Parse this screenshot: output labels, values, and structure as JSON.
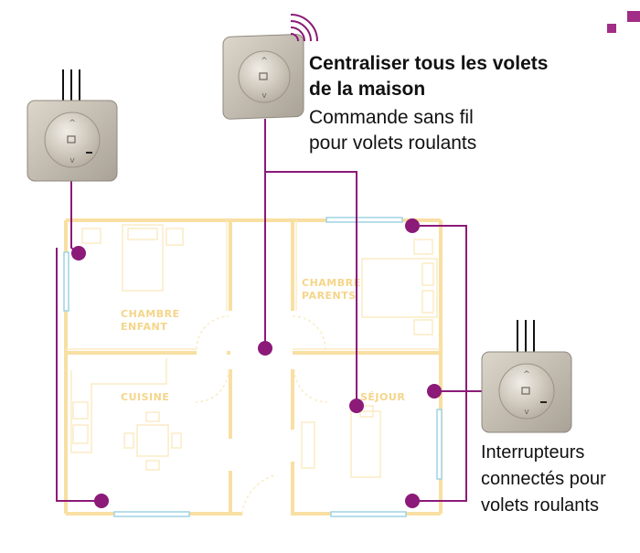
{
  "colors": {
    "wall": "#f8dfa2",
    "wall_light": "#fbecc6",
    "room_label": "#f5d58a",
    "wire": "#8b1a78",
    "window": "#9fd3e3",
    "switch_face": "#c9c2b6",
    "corner_mark": "#a12d86"
  },
  "header": {
    "title_line1": "Centraliser tous les volets",
    "title_line2": "de la maison",
    "sub_line1": "Commande sans fil",
    "sub_line2": "pour volets roulants"
  },
  "footer": {
    "line1": "Interrupteurs",
    "line2": "connectés pour",
    "line3": "volets roulants"
  },
  "rooms": {
    "chambre_enfant_1": "CHAMBRE",
    "chambre_enfant_2": "ENFANT",
    "chambre_parents_1": "CHAMBRE",
    "chambre_parents_2": "PARENTS",
    "cuisine": "CUISINE",
    "sejour": "SÉJOUR"
  },
  "icons": {
    "switch": "shutter-switch-icon",
    "wireless": "wifi-signal-icon"
  }
}
